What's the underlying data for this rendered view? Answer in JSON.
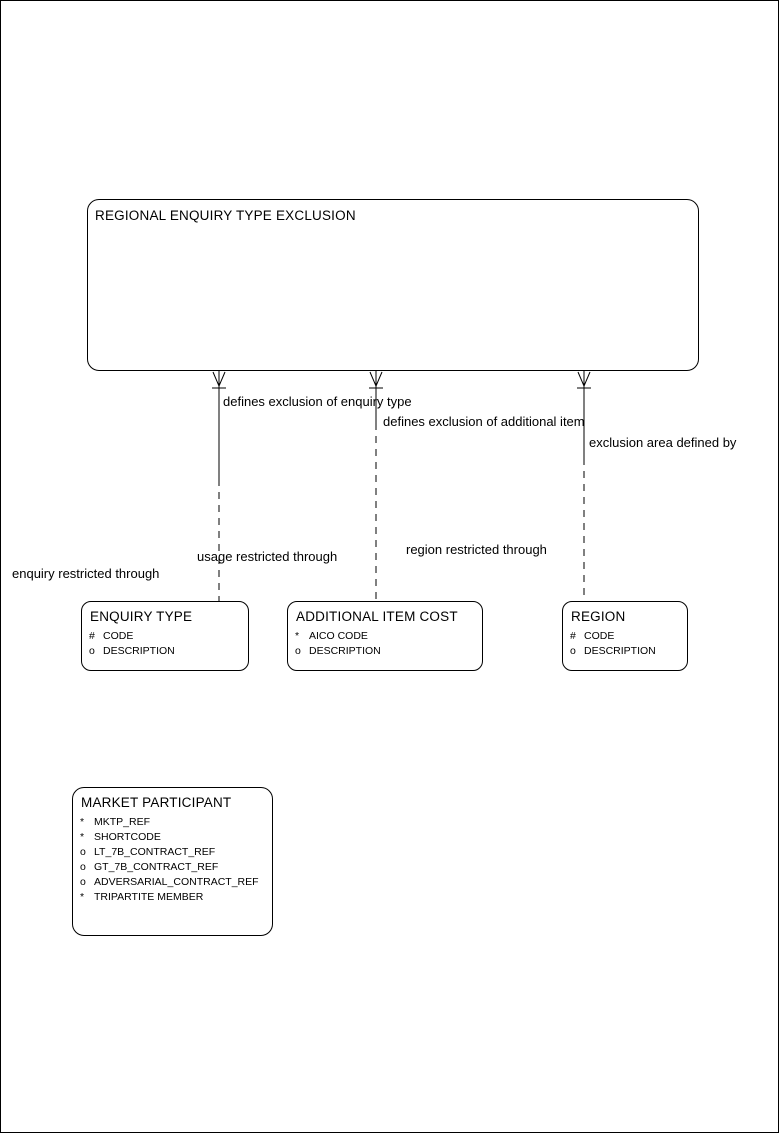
{
  "root_entity": {
    "title": "REGIONAL ENQUIRY TYPE EXCLUSION"
  },
  "relationships": [
    {
      "near_label": "defines exclusion of enquiry type",
      "far_label": "enquiry restricted through",
      "target_entity": "ENQUIRY TYPE"
    },
    {
      "near_label": "defines exclusion of additional item",
      "far_label": "usage restricted through",
      "target_entity": "ADDITIONAL ITEM COST"
    },
    {
      "near_label": "exclusion area defined by",
      "far_label": "region restricted through",
      "target_entity": "REGION"
    }
  ],
  "entities": [
    {
      "title": "ENQUIRY TYPE",
      "attributes": [
        {
          "marker": "#",
          "name": "CODE"
        },
        {
          "marker": "o",
          "name": "DESCRIPTION"
        }
      ]
    },
    {
      "title": "ADDITIONAL ITEM COST",
      "attributes": [
        {
          "marker": "*",
          "name": "AICO CODE"
        },
        {
          "marker": "o",
          "name": "DESCRIPTION"
        }
      ]
    },
    {
      "title": "REGION",
      "attributes": [
        {
          "marker": "#",
          "name": "CODE"
        },
        {
          "marker": "o",
          "name": "DESCRIPTION"
        }
      ]
    },
    {
      "title": "MARKET PARTICIPANT",
      "attributes": [
        {
          "marker": "*",
          "name": "MKTP_REF"
        },
        {
          "marker": "*",
          "name": "SHORTCODE"
        },
        {
          "marker": "o",
          "name": "LT_7B_CONTRACT_REF"
        },
        {
          "marker": "o",
          "name": "GT_7B_CONTRACT_REF"
        },
        {
          "marker": "o",
          "name": "ADVERSARIAL_CONTRACT_REF"
        },
        {
          "marker": "*",
          "name": "TRIPARTITE MEMBER"
        }
      ]
    }
  ],
  "colors": {
    "line": "#000000",
    "background": "#ffffff",
    "text": "#000000"
  }
}
